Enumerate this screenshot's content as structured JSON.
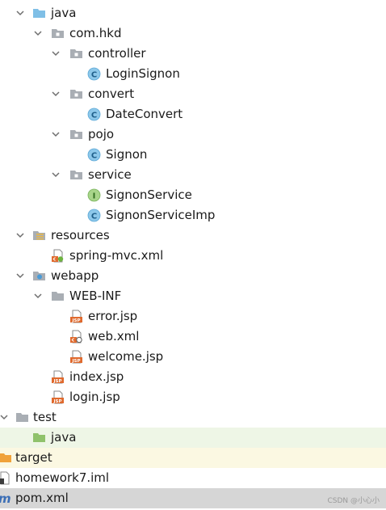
{
  "tree": {
    "java": "java",
    "package": "com.hkd",
    "controller": "controller",
    "login_signon": "LoginSignon",
    "convert": "convert",
    "date_convert": "DateConvert",
    "pojo": "pojo",
    "signon": "Signon",
    "service": "service",
    "signon_service": "SignonService",
    "signon_service_imp": "SignonServiceImp",
    "resources": "resources",
    "spring_mvc": "spring-mvc.xml",
    "webapp": "webapp",
    "web_inf": "WEB-INF",
    "error_jsp": "error.jsp",
    "web_xml": "web.xml",
    "welcome_jsp": "welcome.jsp",
    "index_jsp": "index.jsp",
    "login_jsp": "login.jsp",
    "test": "test",
    "test_java": "java",
    "target": "target",
    "iml": "homework7.iml",
    "pom": "pom.xml"
  },
  "icons": {
    "class_letter": "C",
    "interface_letter": "I",
    "jsp_badge": "JSP"
  },
  "watermark": "CSDN @小心小"
}
